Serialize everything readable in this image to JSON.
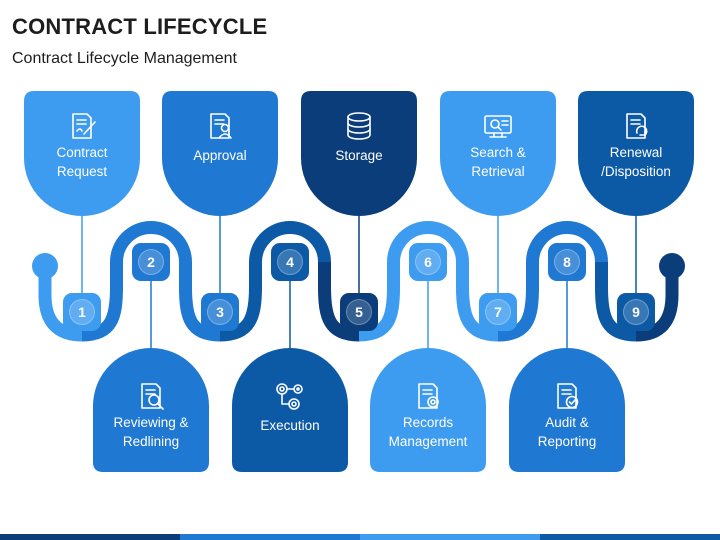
{
  "header": {
    "title": "CONTRACT LIFECYCLE",
    "subtitle": "Contract Lifecycle Management"
  },
  "colors": {
    "light": "#3d9cf0",
    "mid": "#1f78d1",
    "darkmid": "#0c5aa6",
    "dark": "#0a3d7a"
  },
  "steps": [
    {
      "number": "1",
      "label_lines": [
        "Contract",
        "Request"
      ],
      "icon": "document-pen-icon",
      "position": "top"
    },
    {
      "number": "2",
      "label_lines": [
        "Reviewing &",
        "Redlining"
      ],
      "icon": "document-search-icon",
      "position": "bottom"
    },
    {
      "number": "3",
      "label_lines": [
        "Approval"
      ],
      "icon": "document-user-icon",
      "position": "top"
    },
    {
      "number": "4",
      "label_lines": [
        "Execution"
      ],
      "icon": "gears-icon",
      "position": "bottom"
    },
    {
      "number": "5",
      "label_lines": [
        "Storage"
      ],
      "icon": "database-icon",
      "position": "top"
    },
    {
      "number": "6",
      "label_lines": [
        "Records",
        "Management"
      ],
      "icon": "records-gear-icon",
      "position": "bottom"
    },
    {
      "number": "7",
      "label_lines": [
        "Search &",
        "Retrieval"
      ],
      "icon": "computer-search-icon",
      "position": "top"
    },
    {
      "number": "8",
      "label_lines": [
        "Audit &",
        "Reporting"
      ],
      "icon": "document-check-icon",
      "position": "bottom"
    },
    {
      "number": "9",
      "label_lines": [
        "Renewal",
        "/Disposition"
      ],
      "icon": "renew-document-icon",
      "position": "top"
    }
  ]
}
